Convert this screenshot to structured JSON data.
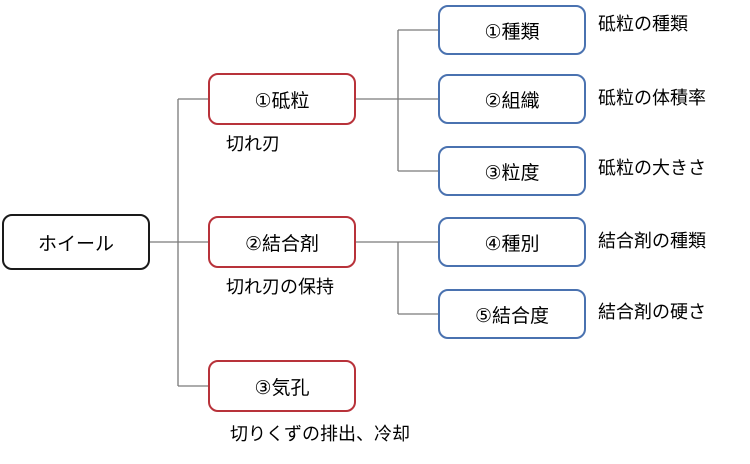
{
  "root": {
    "label": "ホイール"
  },
  "elements": [
    {
      "label": "①砥粒",
      "role": "切れ刃"
    },
    {
      "label": "②結合剤",
      "role": "切れ刃の保持"
    },
    {
      "label": "③気孔",
      "role": "切りくずの排出、冷却"
    }
  ],
  "factors": [
    {
      "label": "①種類",
      "desc": "砥粒の種類"
    },
    {
      "label": "②組織",
      "desc": "砥粒の体積率"
    },
    {
      "label": "③粒度",
      "desc": "砥粒の大きさ"
    },
    {
      "label": "④種別",
      "desc": "結合剤の種類"
    },
    {
      "label": "⑤結合度",
      "desc": "結合剤の硬さ"
    }
  ],
  "colors": {
    "root_border": "#1a1a1a",
    "element_border": "#b8323a",
    "factor_border": "#4a72b0",
    "line": "#7a7a7a"
  }
}
